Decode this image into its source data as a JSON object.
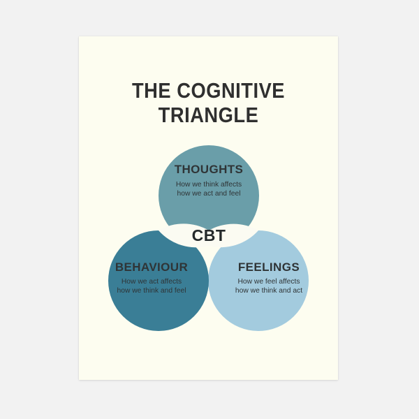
{
  "canvas": {
    "background_color": "#f2f2f2",
    "card_color": "#fdfdf0"
  },
  "poster": {
    "title_line1": "THE COGNITIVE",
    "title_line2": "TRIANGLE",
    "title_color": "#2f2f2f"
  },
  "diagram": {
    "type": "venn-three-circle",
    "center": {
      "label": "CBT",
      "fill": "#fbfbf2",
      "text_color": "#24292b"
    },
    "circles": [
      {
        "id": "thoughts",
        "heading": "THOUGHTS",
        "sub_line1": "How we think affects",
        "sub_line2": "how we act and feel",
        "color": "#6a9ea9",
        "position": "top"
      },
      {
        "id": "behaviour",
        "heading": "BEHAVIOUR",
        "sub_line1": "How we act affects",
        "sub_line2": "how we think and feel",
        "color": "#3a7e96",
        "position": "bottom-left"
      },
      {
        "id": "feelings",
        "heading": "FEELINGS",
        "sub_line1": "How we feel affects",
        "sub_line2": "how we think and act",
        "color": "#a3cbde",
        "position": "bottom-right"
      }
    ]
  }
}
